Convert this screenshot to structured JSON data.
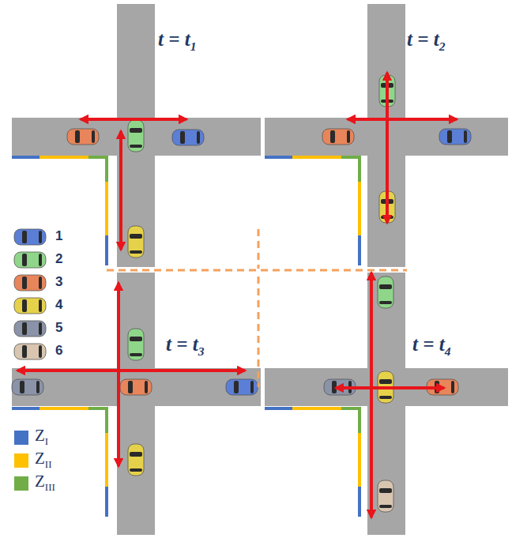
{
  "diagram": {
    "labels": [
      "t = t1",
      "t = t2",
      "t = t3",
      "t = t4"
    ],
    "legend": [
      {
        "text": "1"
      },
      {
        "text": "2"
      },
      {
        "text": "3"
      },
      {
        "text": "4"
      },
      {
        "text": "5"
      },
      {
        "text": "6"
      },
      {
        "text": "ZI",
        "color": "#4472c4"
      },
      {
        "text": "ZII",
        "color": "#ffc000"
      },
      {
        "text": "ZIII",
        "color": "#70ad47"
      }
    ]
  }
}
